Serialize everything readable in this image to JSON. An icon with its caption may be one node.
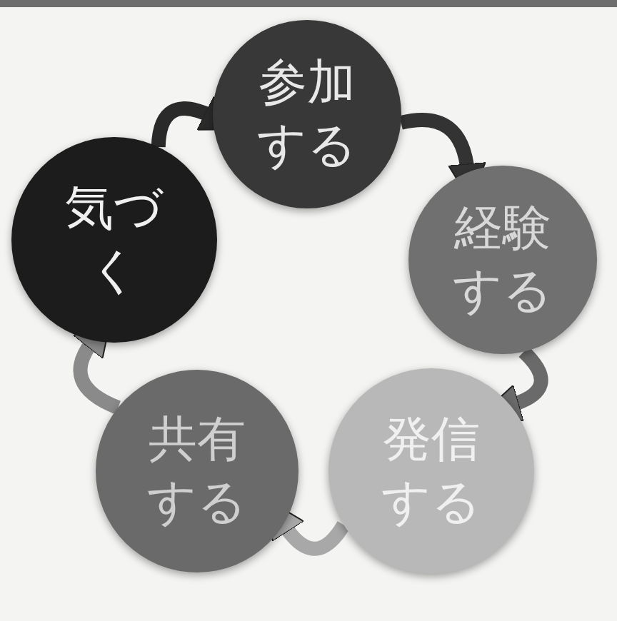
{
  "diagram": {
    "nodes": [
      {
        "text": [
          "参加する"
        ]
      },
      {
        "text": [
          "経験する"
        ]
      },
      {
        "text": [
          "発信する"
        ]
      },
      {
        "text": [
          "共有する"
        ]
      },
      {
        "text": [
          "気づく"
        ]
      }
    ],
    "edges": [
      {
        "from": 0,
        "to": 1,
        "arrow": "to",
        "color": "#333333"
      },
      {
        "from": 1,
        "to": 2,
        "arrow": "to",
        "color": "#6a6a6a"
      },
      {
        "from": 2,
        "to": 3,
        "arrow": "to",
        "color": "#a8a8a8"
      },
      {
        "from": 3,
        "to": 4,
        "arrow": "to",
        "color": "#8a8a8a"
      },
      {
        "from": 4,
        "to": 0,
        "arrow": "to",
        "color": "#2a2a2a"
      }
    ]
  }
}
